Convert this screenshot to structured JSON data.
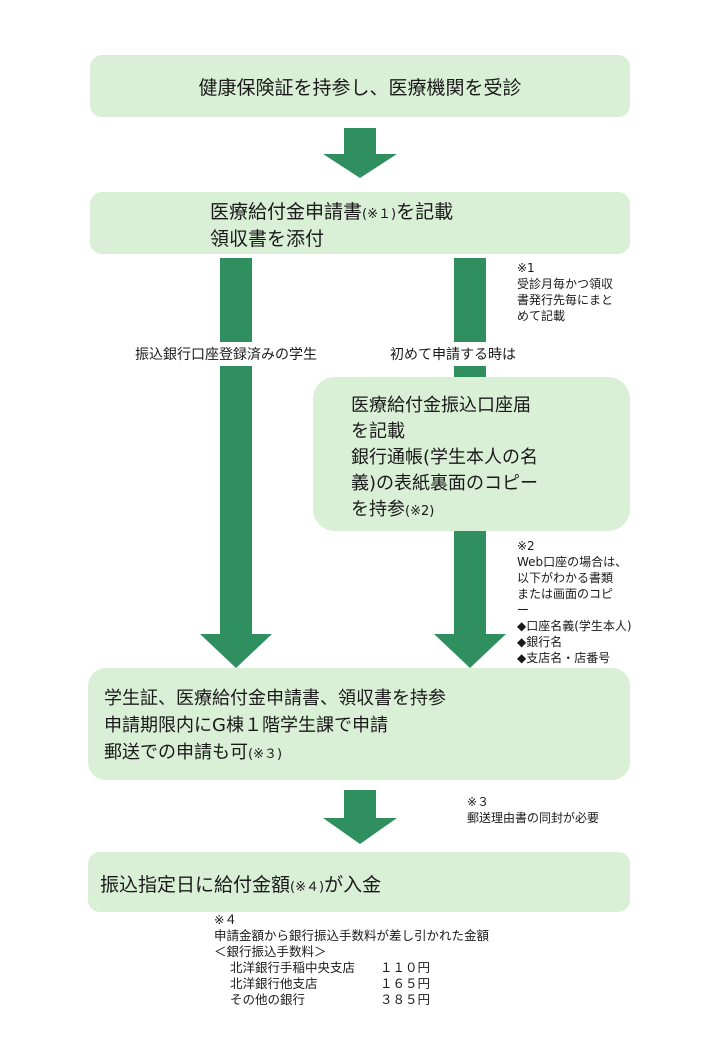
{
  "colors": {
    "box_fill": "#d9efd6",
    "arrow": "#2f8f5f"
  },
  "step1": {
    "text": "健康保険証を持参し、医療機関を受診"
  },
  "step2": {
    "line1": "医療給付金申請書",
    "line1_note": "(※１)",
    "line1_tail": "を記載",
    "line2": "領収書を添付"
  },
  "note1": {
    "mark": "※1",
    "lines": [
      "受診月毎かつ領収",
      "書発行先毎にまと",
      "めて記載"
    ]
  },
  "branch_left": {
    "label": "振込銀行口座登録済みの学生"
  },
  "branch_right": {
    "label": "初めて申請する時は"
  },
  "step_bank": {
    "lines": [
      "医療給付金振込口座届",
      "を記載",
      "銀行通帳(学生本人の名",
      "義)の表紙裏面のコピー"
    ],
    "last": "を持参",
    "last_note": "(※2)"
  },
  "note2": {
    "mark": "※2",
    "lines": [
      "Web口座の場合は、",
      "以下がわかる書類",
      "または画面のコピ",
      "ー"
    ],
    "items": [
      "◆口座名義(学生本人)",
      "◆銀行名",
      "◆支店名・店番号"
    ]
  },
  "step3": {
    "line1": "学生証、医療給付金申請書、領収書を持参",
    "line2": "申請期限内にG棟１階学生課で申請",
    "line3": "郵送での申請も可",
    "line3_note": "(※３)"
  },
  "note3": {
    "mark": "※３",
    "text": "郵送理由書の同封が必要"
  },
  "step4": {
    "text": "振込指定日に給付金額",
    "note": "(※４)",
    "tail": "が入金"
  },
  "note4": {
    "mark": "※４",
    "line1": "申請金額から銀行振込手数料が差し引かれた金額",
    "line2": "＜銀行振込手数料＞",
    "fees": [
      {
        "name": "北洋銀行手稲中央支店",
        "amount": "１１０円"
      },
      {
        "name": "北洋銀行他支店",
        "amount": "１６５円"
      },
      {
        "name": "その他の銀行",
        "amount": "３８５円"
      }
    ]
  }
}
